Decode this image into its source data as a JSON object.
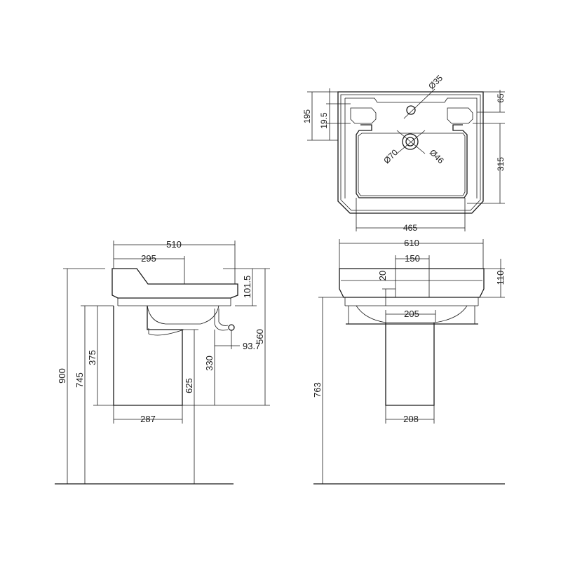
{
  "plan_view": {
    "overall_depth": "195",
    "back_ledge": "19.5",
    "tap_hole": "Ø35",
    "waste_outer": "Ø70",
    "waste_inner": "Ø46",
    "top_rim": "65",
    "bowl_depth": "315",
    "bowl_width": "465"
  },
  "side_view": {
    "overall_depth": "510",
    "ledge_depth": "295",
    "basin_height": "101.5",
    "projection_to_pedestal": "93.7",
    "top_to_floor_pedestal": "560",
    "pedestal_height": "375",
    "trap_height": "330",
    "waste_height": "625",
    "rim_height": "745",
    "overall_height": "900",
    "pedestal_depth": "287"
  },
  "front_view": {
    "overall_width": "610",
    "tap_centres": "150",
    "tap_offset": "20",
    "basin_height": "110",
    "towel_rail_width": "205",
    "pedestal_width": "208",
    "floor_to_rim": "763"
  }
}
